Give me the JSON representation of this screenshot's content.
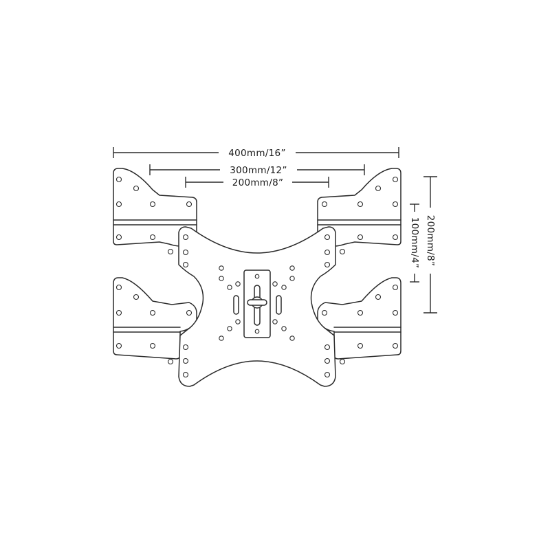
{
  "dimensions": {
    "width_400": "400mm/16”",
    "width_300": "300mm/12”",
    "width_200": "200mm/8”",
    "height_200": "200mm/8”",
    "height_100": "100mm/4”"
  },
  "colors": {
    "line": "#2a2a2a",
    "background": "#ffffff"
  }
}
